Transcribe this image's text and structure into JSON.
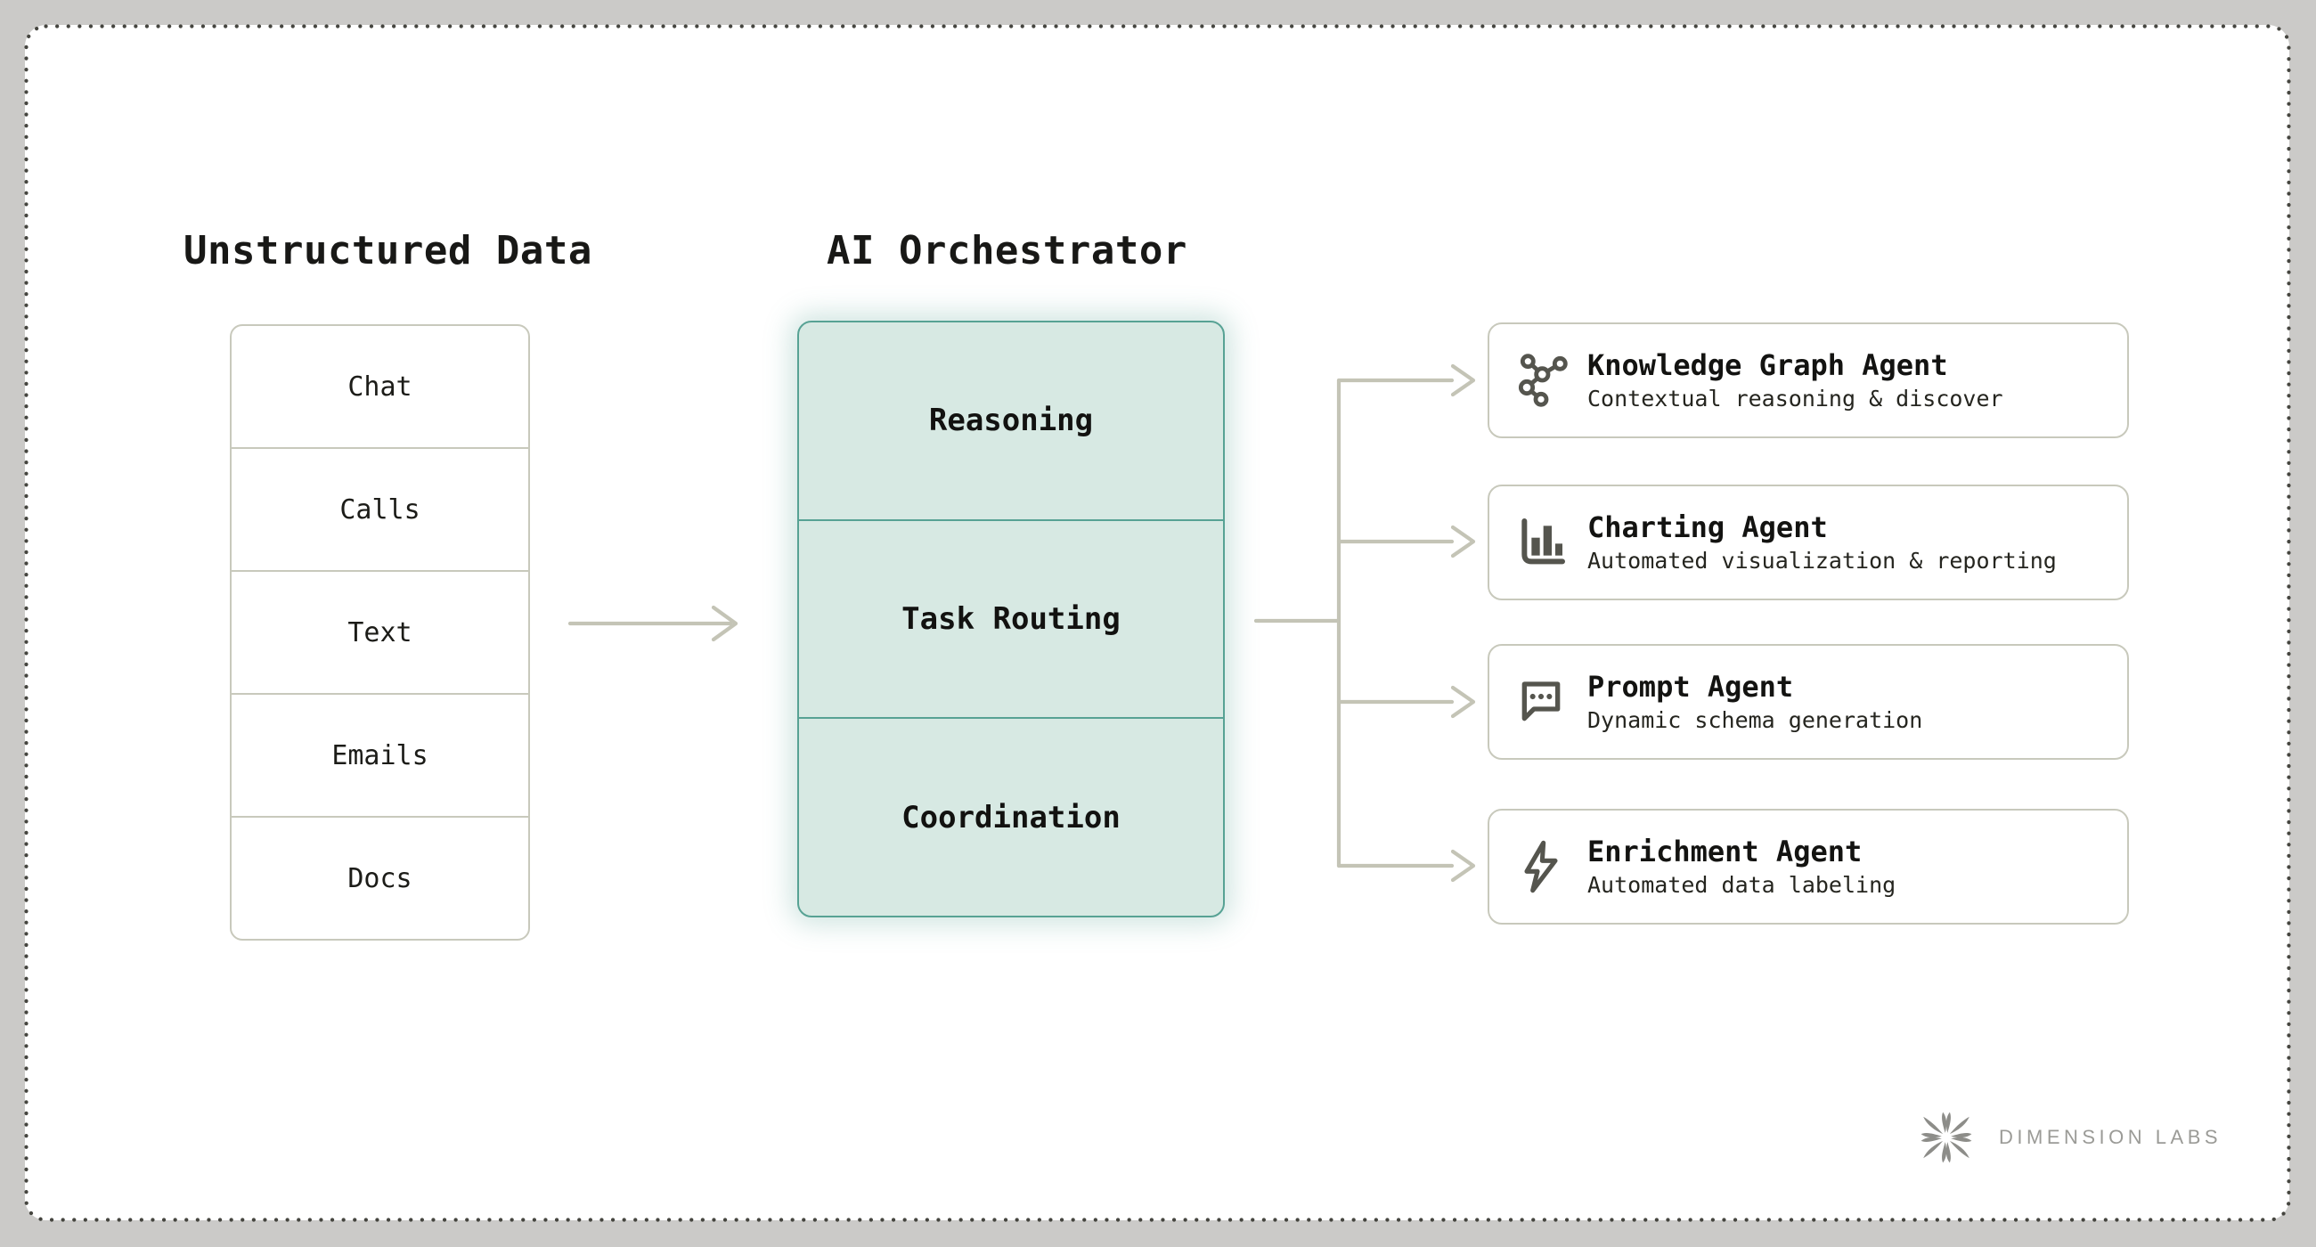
{
  "source": {
    "title": "Unstructured Data",
    "items": [
      "Chat",
      "Calls",
      "Text",
      "Emails",
      "Docs"
    ]
  },
  "orchestrator": {
    "title": "AI Orchestrator",
    "stages": [
      "Reasoning",
      "Task Routing",
      "Coordination"
    ]
  },
  "agents": [
    {
      "icon": "knowledge-graph-icon",
      "title": "Knowledge Graph Agent",
      "subtitle": "Contextual reasoning & discover"
    },
    {
      "icon": "bar-chart-icon",
      "title": "Charting Agent",
      "subtitle": "Automated visualization & reporting"
    },
    {
      "icon": "speech-bubble-icon",
      "title": "Prompt Agent",
      "subtitle": "Dynamic schema generation"
    },
    {
      "icon": "lightning-icon",
      "title": "Enrichment Agent",
      "subtitle": "Automated data labeling"
    }
  ],
  "footer": {
    "brand": "DIMENSION LABS",
    "logo_icon": "dimension-labs-ornament-icon"
  },
  "colors": {
    "page_background": "#cbcac8",
    "surface": "#ffffff",
    "dotted_border": "#45453f",
    "neutral_border": "#c8c9bc",
    "connector": "#c4c4b6",
    "accent_teal_border": "#57a294",
    "accent_teal_fill": "#d7e9e3",
    "icon_gray": "#55554e",
    "brand_gray": "#9b9b97",
    "text": "#131311"
  }
}
